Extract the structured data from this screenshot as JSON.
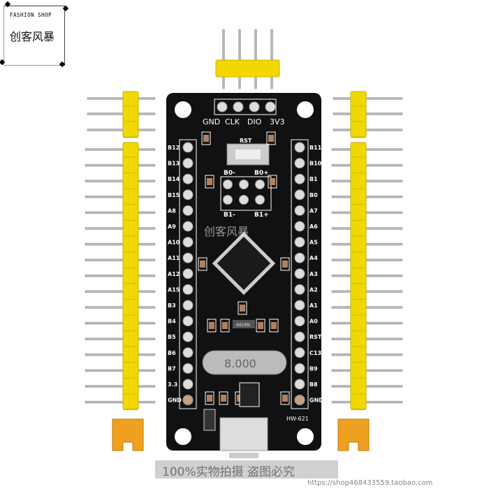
{
  "logo": {
    "tagline": "FASHION SHOP",
    "brand": "创客风暴"
  },
  "watermark": {
    "brand": "创客风暴",
    "slogan": "100%实物拍摄 盗图必究",
    "url": "https://shop468433559.taobao.com"
  },
  "board": {
    "model": "HW-621",
    "top_header_labels": [
      "GND",
      "CLK",
      "DIO",
      "3V3"
    ],
    "reset_label": "RST",
    "boot_labels": [
      "B0-",
      "B0+",
      "B1-",
      "B1+"
    ],
    "crystal_label": "8.000",
    "chip_marking": "A618N",
    "left_pins": [
      "B12",
      "B13",
      "B14",
      "B15",
      "A8",
      "A9",
      "A10",
      "A11",
      "A12",
      "A15",
      "B3",
      "B4",
      "B5",
      "B6",
      "B7",
      "3.3",
      "GND"
    ],
    "right_pins": [
      "B11",
      "B10",
      "B1",
      "B0",
      "A7",
      "A6",
      "A5",
      "A4",
      "A3",
      "A2",
      "A1",
      "A0",
      "RST",
      "C13",
      "B9",
      "B8",
      "GND"
    ]
  },
  "colors": {
    "pcb": "#111111",
    "header": "#f0d800",
    "pin": "#b8b8b8",
    "jumper": "#f0a020"
  }
}
